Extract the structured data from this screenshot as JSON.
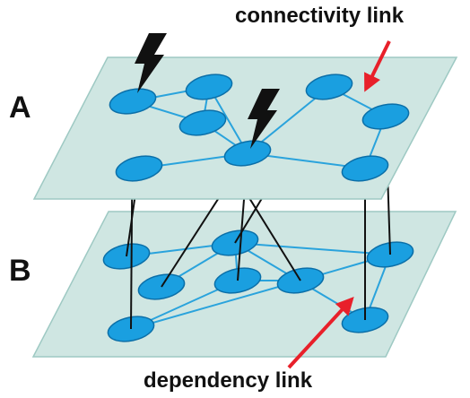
{
  "colors": {
    "plane_fill": "#cfe6e2",
    "plane_stroke": "#9ec9c3",
    "node_fill": "#1a9fe0",
    "node_stroke": "#0b6fa8",
    "connectivity_edge": "#2aa3dc",
    "dependency_edge": "#111111",
    "arrow": "#e8202a",
    "lightning": "#111111"
  },
  "layers": {
    "a": {
      "label": "A"
    },
    "b": {
      "label": "B"
    }
  },
  "annotations": {
    "connectivity": "connectivity link",
    "dependency": "dependency link"
  },
  "attack_marks": [
    {
      "node": "A1",
      "icon": "lightning-icon"
    },
    {
      "node": "A5",
      "icon": "lightning-icon"
    }
  ],
  "network": {
    "layer_a_nodes": [
      "A1",
      "A2",
      "A3",
      "A4",
      "A5",
      "A6",
      "A7",
      "A8"
    ],
    "layer_b_nodes": [
      "B1",
      "B2",
      "B3",
      "B4",
      "B5",
      "B6",
      "B7",
      "B8"
    ],
    "connectivity_links_a": [
      [
        "A1",
        "A2"
      ],
      [
        "A1",
        "A3"
      ],
      [
        "A2",
        "A3"
      ],
      [
        "A2",
        "A5"
      ],
      [
        "A3",
        "A5"
      ],
      [
        "A4",
        "A5"
      ],
      [
        "A5",
        "A6"
      ],
      [
        "A5",
        "A8"
      ],
      [
        "A6",
        "A7"
      ],
      [
        "A7",
        "A8"
      ]
    ],
    "connectivity_links_b": [
      [
        "B1",
        "B4"
      ],
      [
        "B2",
        "B5"
      ],
      [
        "B2",
        "B6"
      ],
      [
        "B3",
        "B4"
      ],
      [
        "B4",
        "B5"
      ],
      [
        "B4",
        "B7"
      ],
      [
        "B5",
        "B6"
      ],
      [
        "B6",
        "B7"
      ],
      [
        "B7",
        "B8"
      ],
      [
        "B4",
        "B8"
      ]
    ],
    "dependency_links": [
      [
        "A1",
        "B2"
      ],
      [
        "A3",
        "B6"
      ],
      [
        "A4",
        "B1"
      ],
      [
        "A5",
        "B3"
      ],
      [
        "A5",
        "B5"
      ],
      [
        "A6",
        "B4"
      ],
      [
        "A7",
        "B7"
      ],
      [
        "A8",
        "B8"
      ]
    ]
  }
}
